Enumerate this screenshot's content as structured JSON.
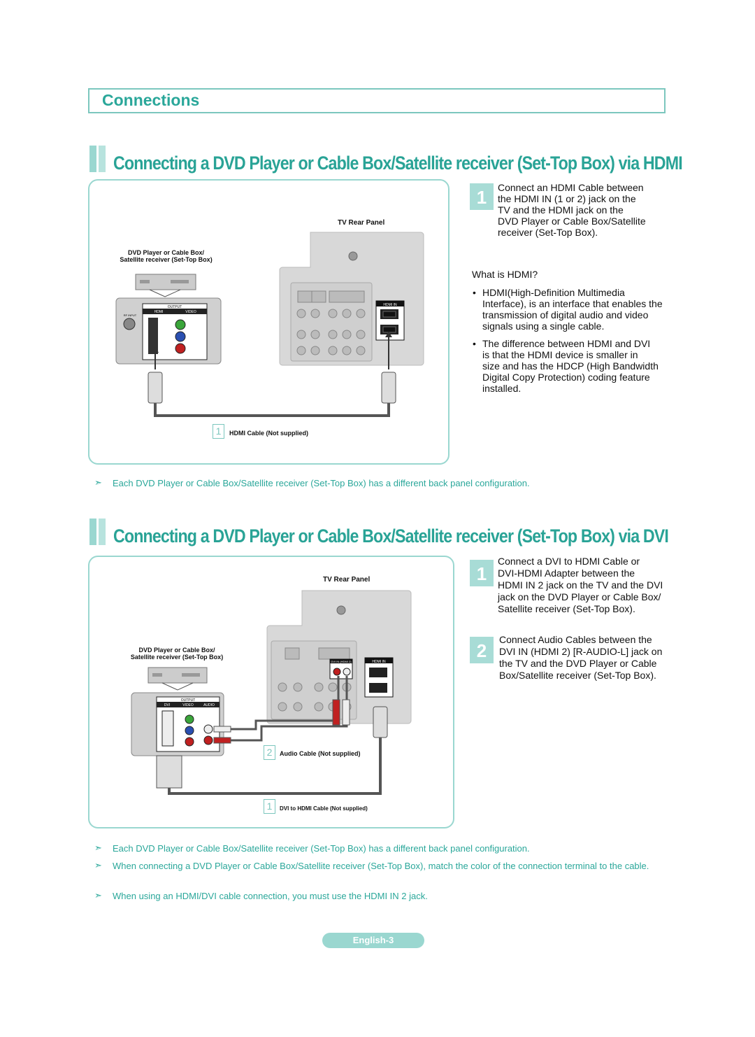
{
  "header": {
    "title": "Connections"
  },
  "section1": {
    "title": "Connecting a DVD Player or Cable Box/Satellite receiver (Set-Top Box) via HDMI",
    "diagram": {
      "tv_label": "TV Rear Panel",
      "device_label_line1": "DVD Player or Cable Box/",
      "device_label_line2": "Satellite receiver (Set-Top Box)",
      "cable_num": "1",
      "cable_label": "HDMI Cable (Not supplied)",
      "tv_jack_label": "HDMI IN",
      "dev_output_label": "OUTPUT",
      "dev_hdmi_label": "HDMI",
      "dev_video_label": "VIDEO",
      "dev_rf_label": "RF INPUT"
    },
    "step1": {
      "num": "1",
      "lines": [
        "Connect an HDMI Cable between",
        "the HDMI IN (1 or 2) jack on the",
        "TV and the HDMI jack on the",
        "DVD Player or Cable Box/Satellite",
        "receiver (Set-Top Box)."
      ]
    },
    "what_is": "What is HDMI?",
    "bullets": [
      [
        "HDMI(High-Definition Multimedia",
        "Interface), is an interface that enables the",
        "transmission of digital audio and video",
        "signals using a single cable."
      ],
      [
        "The difference between HDMI and DVI",
        "is that the HDMI device is smaller in",
        "size and has the HDCP (High Bandwidth",
        "Digital Copy Protection) coding feature",
        "installed."
      ]
    ],
    "note": "Each DVD Player or Cable Box/Satellite receiver (Set-Top Box) has a different back panel configuration."
  },
  "section2": {
    "title": "Connecting a DVD Player or Cable Box/Satellite receiver (Set-Top Box) via DVI",
    "diagram": {
      "tv_label": "TV Rear Panel",
      "device_label_line1": "DVD Player or Cable Box/",
      "device_label_line2": "Satellite receiver (Set-Top Box)",
      "cable2_num": "2",
      "cable2_label": "Audio Cable (Not supplied)",
      "cable1_num": "1",
      "cable1_label": "DVI to HDMI Cable (Not supplied)",
      "tv_jack_label": "HDMI IN",
      "tv_dvi_label": "DVI IN (HDMI 2)",
      "dev_output_label": "OUTPUT",
      "dev_dvi_label": "DVI",
      "dev_video_label": "VIDEO",
      "dev_audio_label": "AUDIO"
    },
    "step1": {
      "num": "1",
      "lines": [
        "Connect a DVI to HDMI Cable or",
        "DVI-HDMI Adapter between the",
        "HDMI IN 2 jack on the TV and the DVI",
        "jack on the DVD Player or Cable Box/",
        "Satellite receiver (Set-Top Box)."
      ]
    },
    "step2": {
      "num": "2",
      "lines": [
        "Connect Audio Cables between the",
        "DVI IN (HDMI 2) [R-AUDIO-L] jack on",
        "the TV and the DVD Player or Cable",
        "Box/Satellite receiver (Set-Top Box)."
      ]
    },
    "notes": [
      "Each DVD Player or Cable Box/Satellite receiver (Set-Top Box) has a different back panel configuration.",
      "When connecting a DVD Player or Cable Box/Satellite receiver (Set-Top Box), match the color of the connection terminal to the cable.",
      "When using an HDMI/DVI cable connection, you must use the HDMI IN 2 jack."
    ]
  },
  "note_arrow": "➣",
  "bullet_char": "•",
  "footer": {
    "page_label": "English-3"
  },
  "colors": {
    "accent": "#2aa79a",
    "accent_light": "#9ad7d0",
    "panel_gray": "#d8d8d8"
  },
  "icons": [
    "hdmi-connector-icon",
    "dvi-connector-icon",
    "rca-jack-icon",
    "set-top-box-icon"
  ]
}
